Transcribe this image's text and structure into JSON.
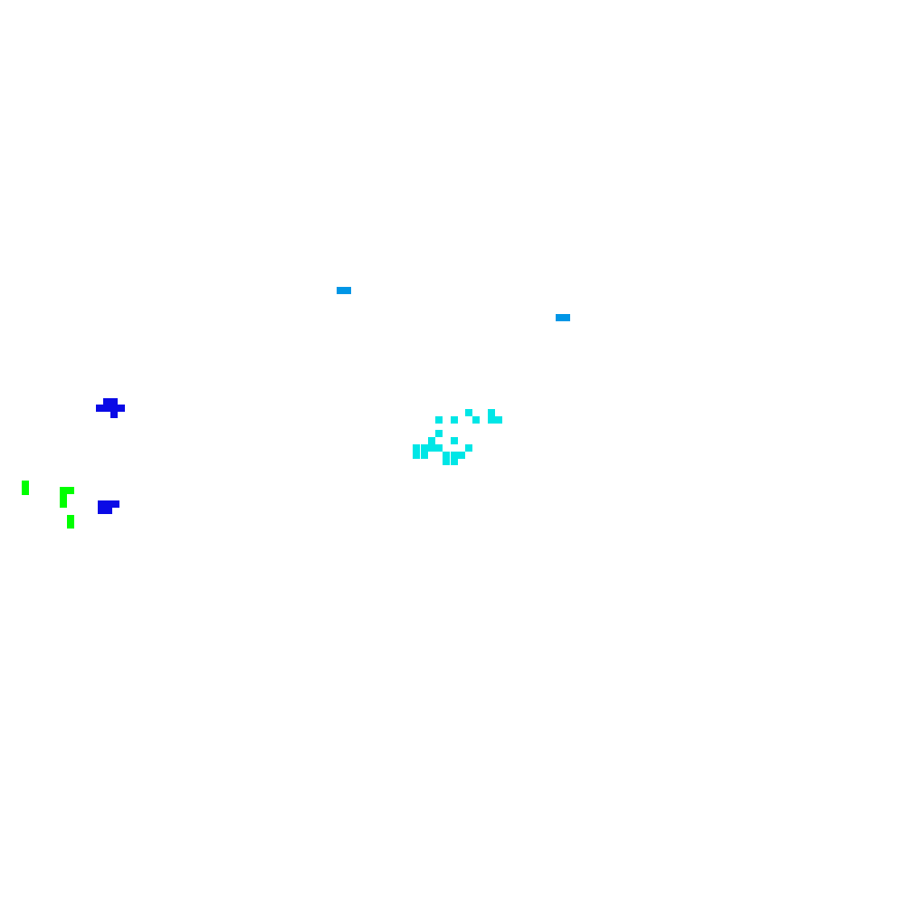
{
  "palette": {
    "background": "#ffffff",
    "sky_blue": "#0096e6",
    "cyan": "#00e6e6",
    "blue": "#0a0ae6",
    "green": "#00ff00"
  },
  "clusters": [
    {
      "name": "sky-blue-cluster-a",
      "color": "sky_blue"
    },
    {
      "name": "sky-blue-cluster-b",
      "color": "sky_blue"
    },
    {
      "name": "cyan-cluster",
      "color": "cyan"
    },
    {
      "name": "blue-cluster-upper",
      "color": "blue"
    },
    {
      "name": "blue-cluster-lower",
      "color": "blue"
    },
    {
      "name": "green-cluster-left",
      "color": "green"
    },
    {
      "name": "green-cluster-mid",
      "color": "green"
    }
  ]
}
